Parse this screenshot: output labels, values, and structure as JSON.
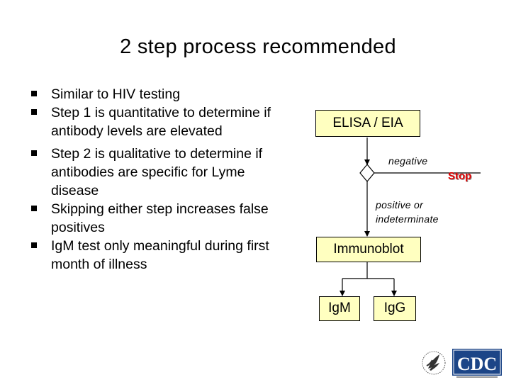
{
  "title": "2 step process recommended",
  "bullets": [
    "Similar to HIV testing",
    "Step 1 is quantitative to determine if antibody levels are elevated",
    "Step 2 is qualitative to determine if antibodies are specific for Lyme disease",
    "Skipping either step increases false positives",
    "IgM test only meaningful during first month of illness"
  ],
  "flowchart": {
    "step1": "ELISA / EIA",
    "negative_label": "negative",
    "stop_label": "Stop",
    "positive_label_line1": "positive or",
    "positive_label_line2": "indeterminate",
    "step2": "Immunoblot",
    "igm": "IgM",
    "igg": "IgG"
  },
  "logos": {
    "cdc": "CDC",
    "hhs": "HHS"
  },
  "colors": {
    "box_fill": "#ffffc0",
    "stop_text": "#e00000",
    "cdc_blue": "#1c4587"
  }
}
